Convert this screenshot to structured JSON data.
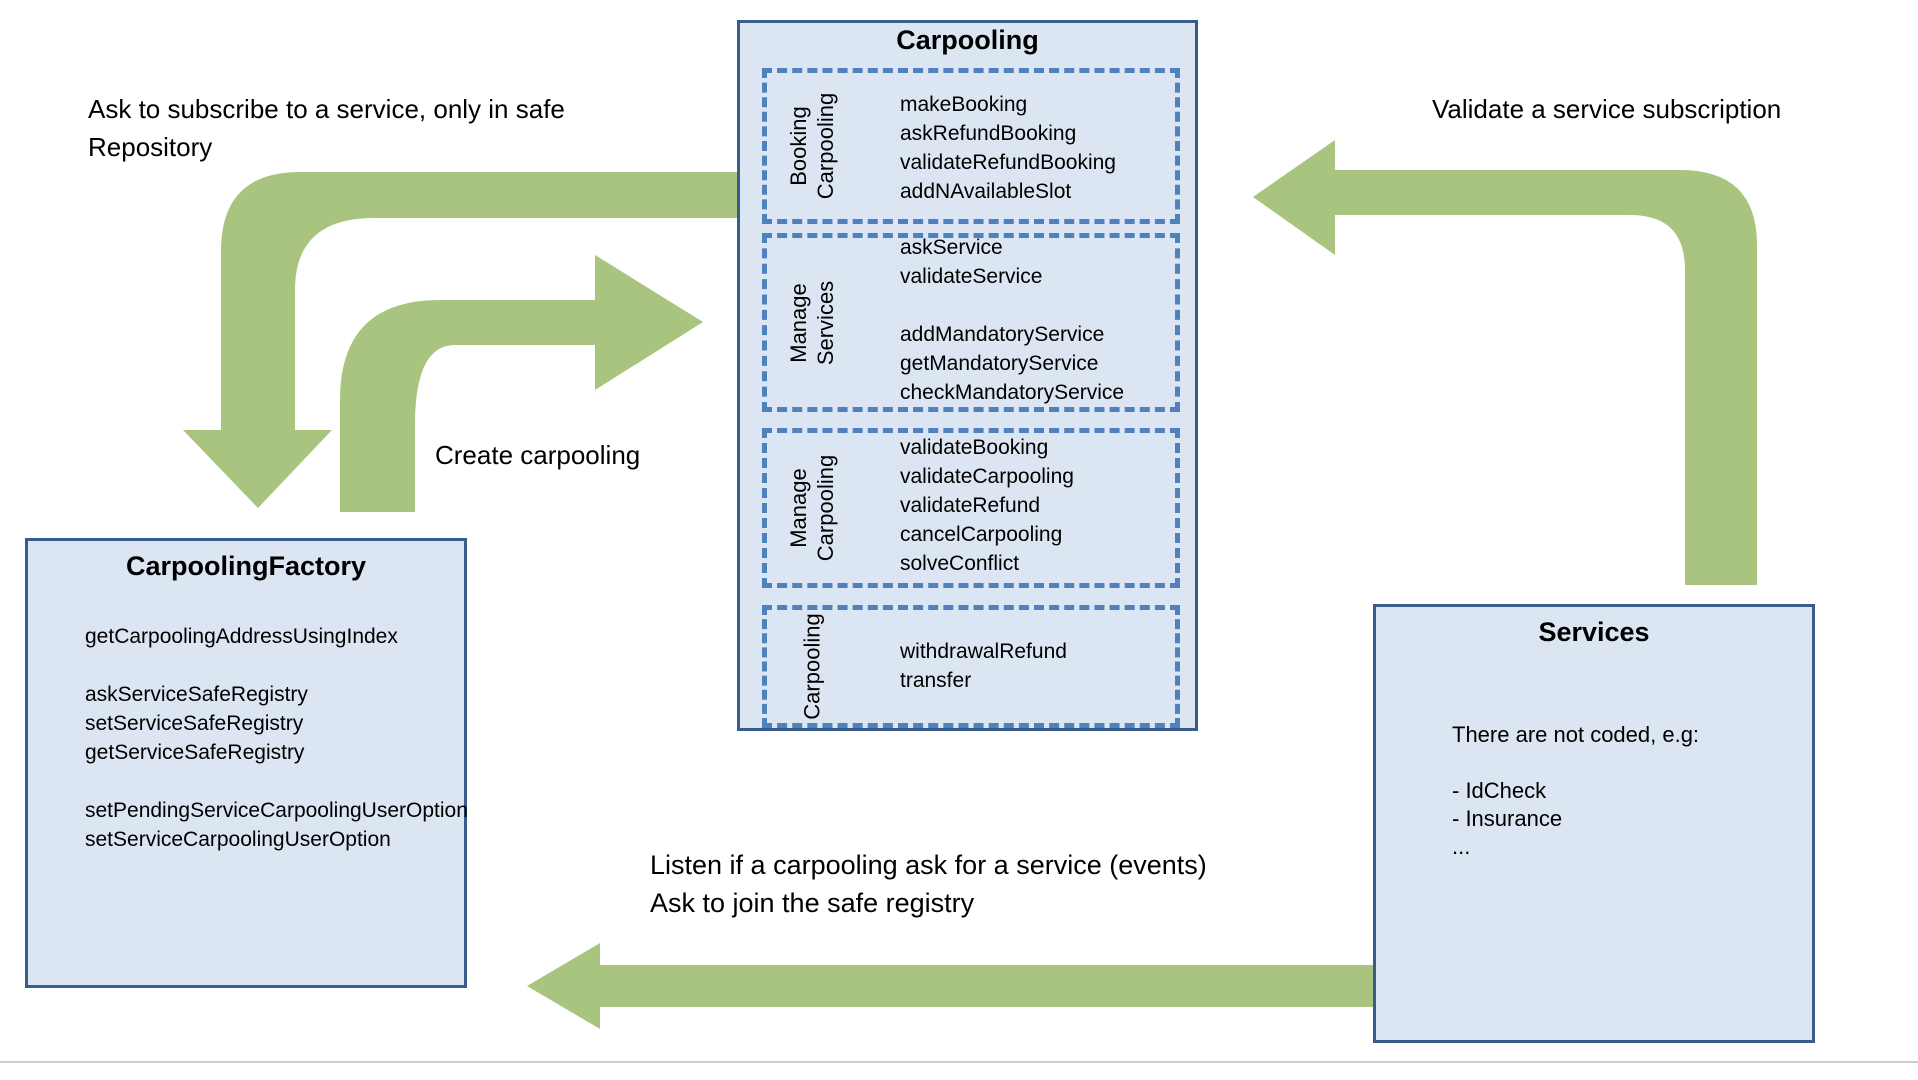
{
  "labels": {
    "ask_subscribe_line1": "Ask to subscribe to a service, only in safe",
    "ask_subscribe_line2": "Repository",
    "validate_subscription": "Validate a service subscription",
    "create_carpooling": "Create carpooling",
    "listen_line1": "Listen if a carpooling ask for a service (events)",
    "listen_line2": "Ask to join the safe registry"
  },
  "carpooling": {
    "title": "Carpooling",
    "sections": [
      {
        "label": "Booking\nCarpooling",
        "methods": [
          "makeBooking",
          "askRefundBooking",
          "validateRefundBooking",
          "addNAvailableSlot"
        ]
      },
      {
        "label": "Manage\nServices",
        "methods": [
          "askService",
          "validateService",
          "",
          "addMandatoryService",
          "getMandatoryService",
          "checkMandatoryService"
        ]
      },
      {
        "label": "Manage\nCarpooling",
        "methods": [
          "validateBooking",
          "validateCarpooling",
          "validateRefund",
          "cancelCarpooling",
          "solveConflict"
        ]
      },
      {
        "label": "Carpooling",
        "methods": [
          "withdrawalRefund",
          "transfer"
        ]
      }
    ]
  },
  "factory": {
    "title": "CarpoolingFactory",
    "methods": [
      "getCarpoolingAddressUsingIndex",
      "",
      "askServiceSafeRegistry",
      "setServiceSafeRegistry",
      "getServiceSafeRegistry",
      "",
      "setPendingServiceCarpoolingUserOption",
      "setServiceCarpoolingUserOption"
    ]
  },
  "services": {
    "title": "Services",
    "lines": [
      "There are not coded, e.g:",
      "",
      "- IdCheck",
      "- Insurance",
      "..."
    ]
  },
  "arrows": {
    "ask_subscribe_arrow": "elbow arrow from Carpooling left edge, bending down to CarpoolingFactory",
    "create_carpooling_arrow": "elbow arrow from above CarpoolingFactory, bending right into Carpooling",
    "validate_subscription_arrow": "elbow arrow from Services top, bending left into Carpooling right edge",
    "listen_arrow": "straight arrow from Services left edge pointing left toward CarpoolingFactory"
  },
  "colors": {
    "arrow_green": "#a8c47e",
    "box_fill": "#dce6f2",
    "box_border": "#385d8a",
    "dash_border": "#4f81bd"
  }
}
